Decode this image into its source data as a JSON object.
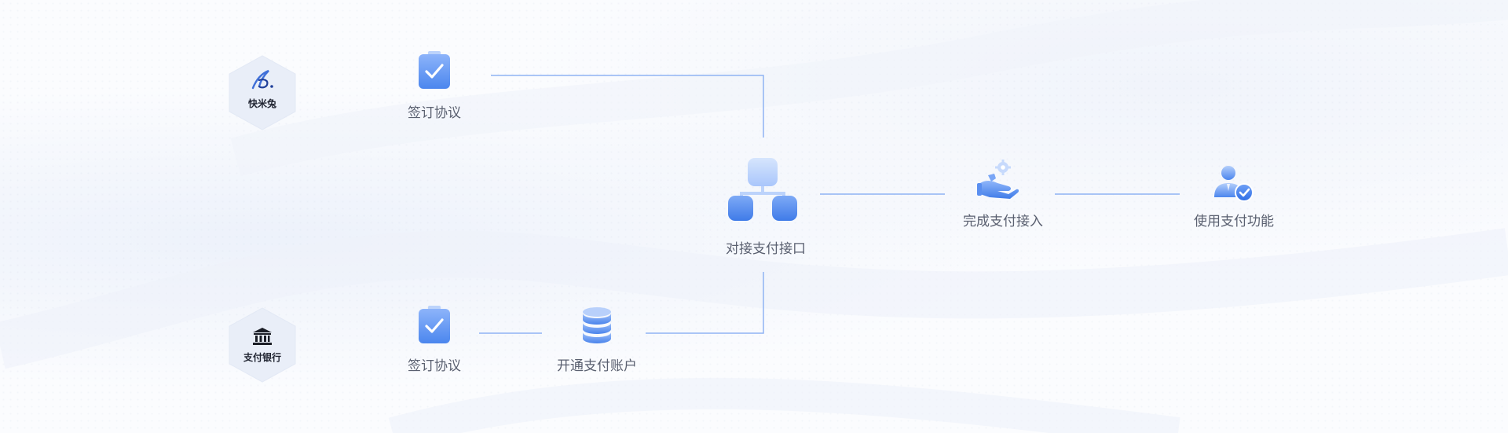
{
  "parties": {
    "merchant_label": "快米兔",
    "bank_label": "支付银行"
  },
  "nodes": {
    "top_sign": "签订协议",
    "bottom_sign": "签订协议",
    "open_account": "开通支付账户",
    "integrate": "对接支付接口",
    "complete": "完成支付接入",
    "use": "使用支付功能"
  },
  "colors": {
    "accent": "#4a86f0",
    "accent_light": "#a9c6fb",
    "line": "#8fb3f3",
    "text": "#5a6070"
  }
}
